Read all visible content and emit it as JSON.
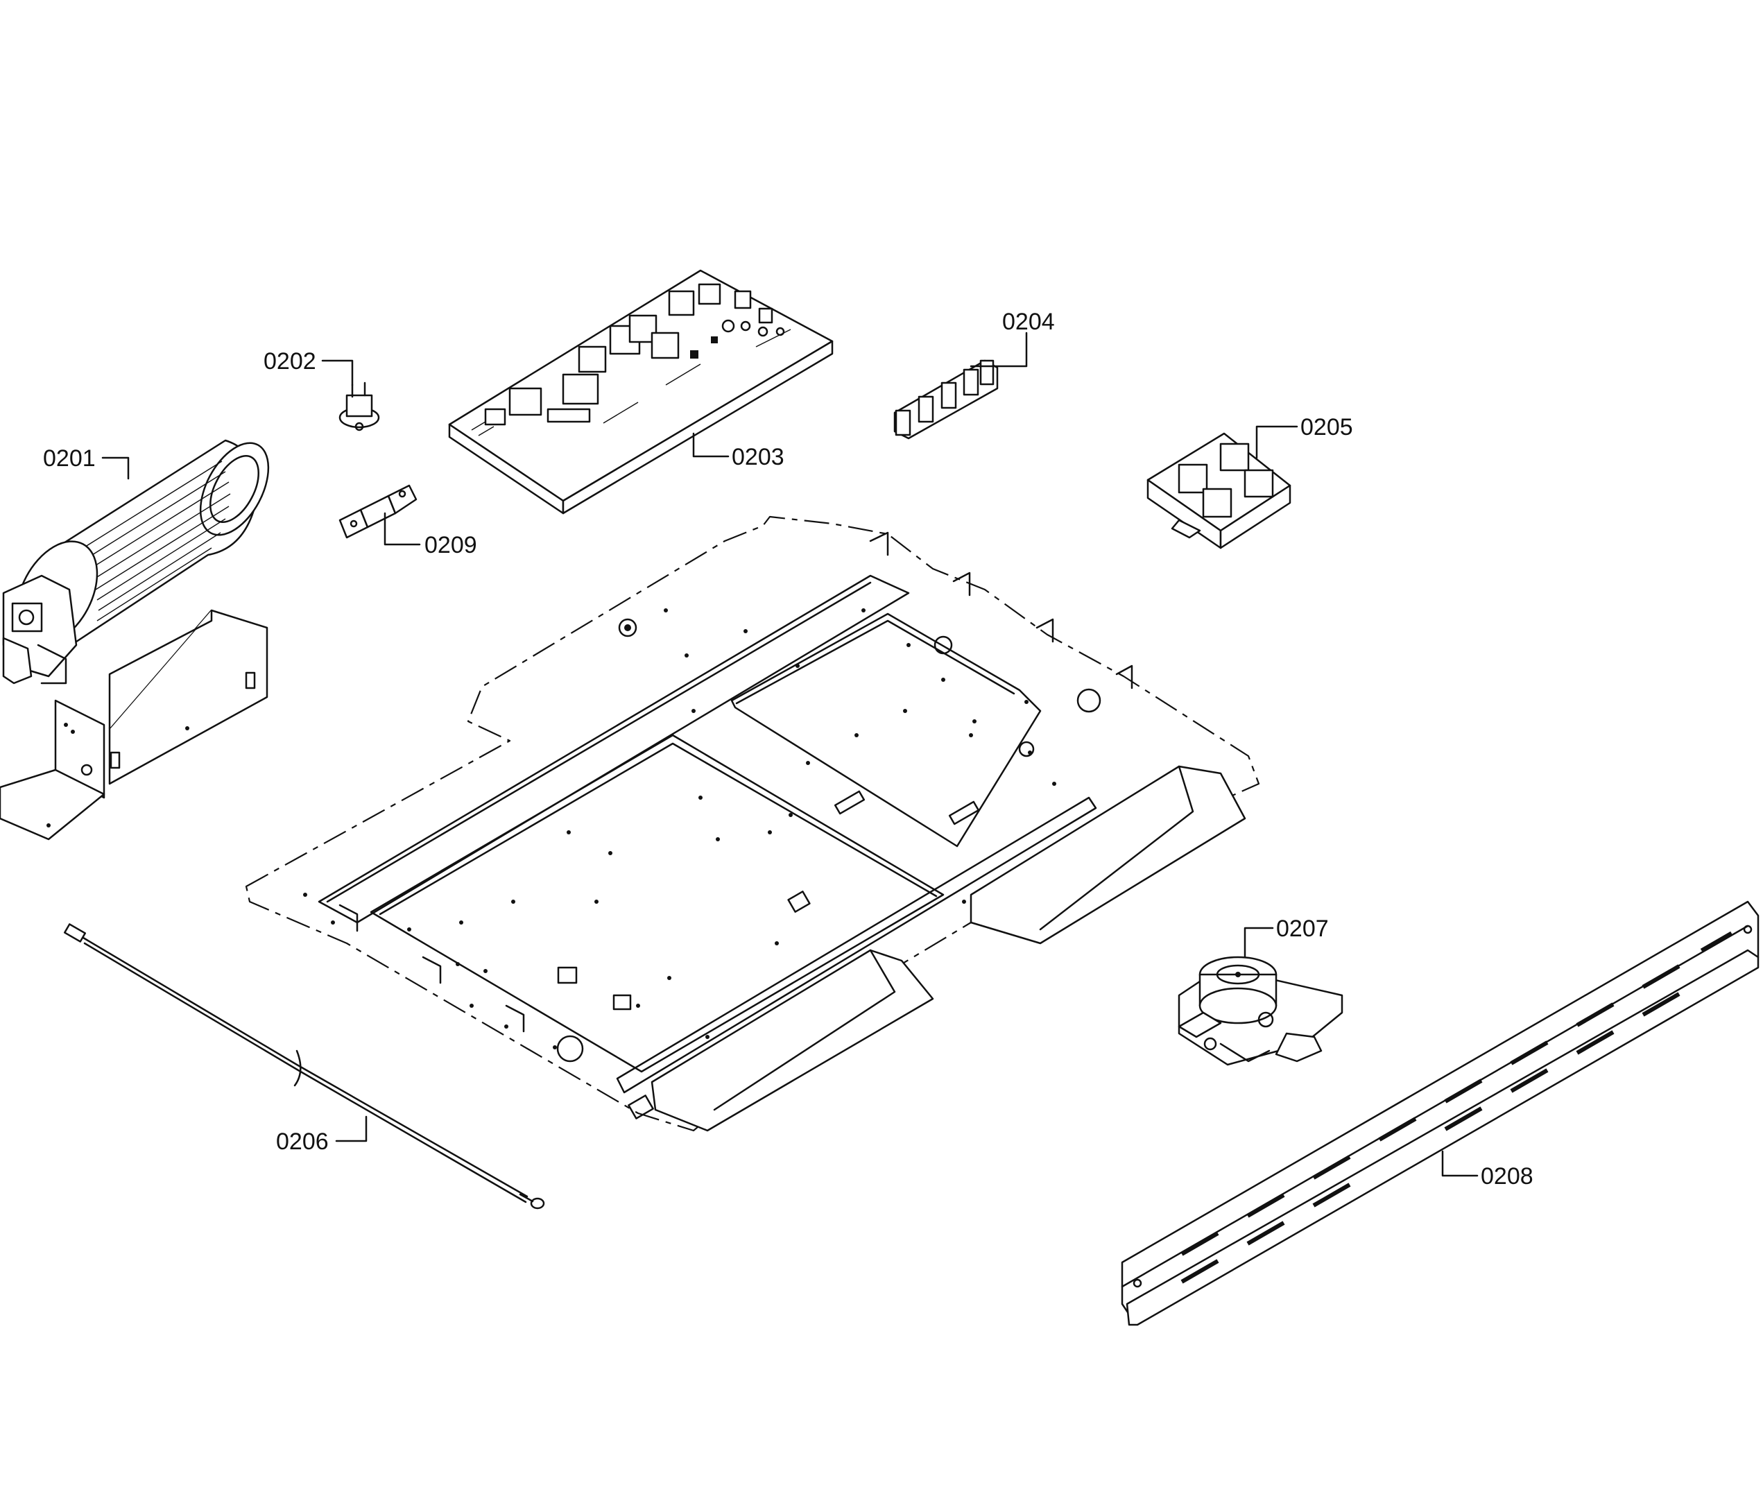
{
  "diagram": {
    "parts": [
      {
        "id": "fan-motor",
        "number": "0201"
      },
      {
        "id": "thermostat",
        "number": "0202"
      },
      {
        "id": "control-board",
        "number": "0203"
      },
      {
        "id": "connector-block",
        "number": "0204"
      },
      {
        "id": "terminal-block",
        "number": "0205"
      },
      {
        "id": "sensor-wire",
        "number": "0206"
      },
      {
        "id": "door-lock",
        "number": "0207"
      },
      {
        "id": "vent-trim",
        "number": "0208"
      },
      {
        "id": "bracket",
        "number": "0209"
      }
    ]
  }
}
